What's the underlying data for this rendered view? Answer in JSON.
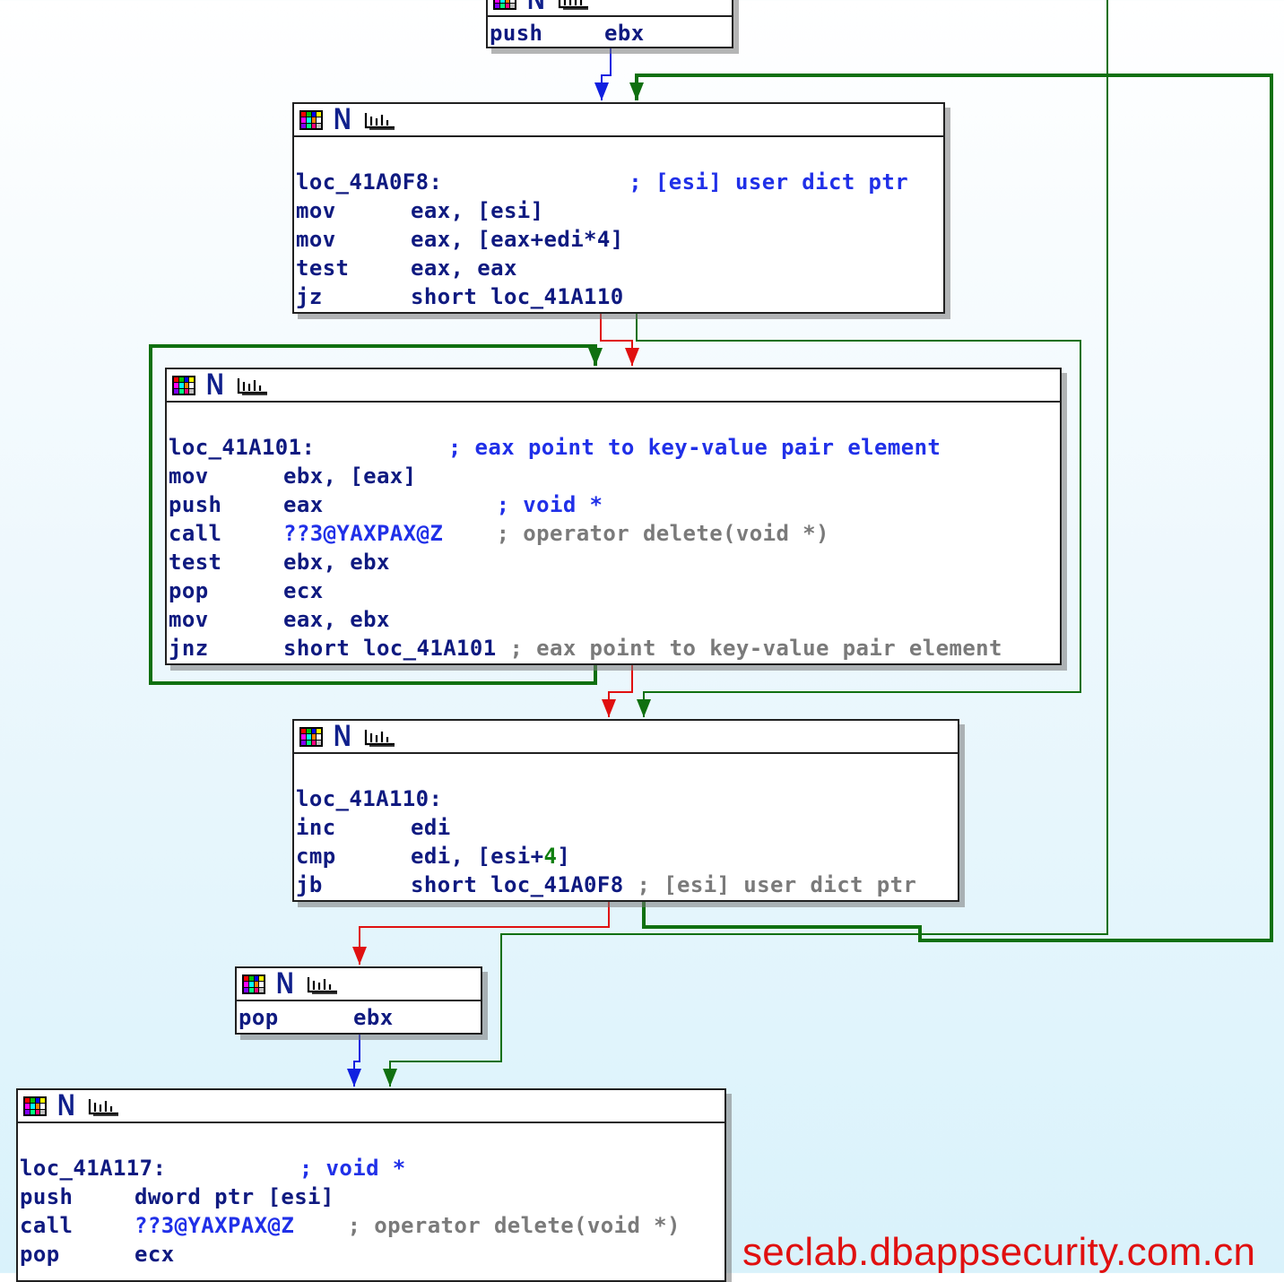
{
  "palette": {
    "mnemonic_color": "#0f1a80",
    "comment_color": "#2030e8",
    "repeat_comment_color": "#7a7a7a",
    "number_color": "#108010",
    "edge_true_color": "#107010",
    "edge_false_color": "#e01010",
    "edge_unconditional_color": "#1020e0",
    "watermark_color": "#e01010"
  },
  "node_header": {
    "mode_letter": "N",
    "icon": "graph-chart-icon"
  },
  "nodes": [
    {
      "id": "n0",
      "lines": [
        {
          "mn": "push",
          "op": "ebx"
        }
      ]
    },
    {
      "id": "n1",
      "lines": [
        {
          "blank": true
        },
        {
          "label": "loc_41A0F8:",
          "comment": "; [esi] user dict ptr"
        },
        {
          "mn": "mov",
          "op": "eax, [esi]"
        },
        {
          "mn": "mov",
          "op": "eax, [eax+edi*4]"
        },
        {
          "mn": "test",
          "op": "eax, eax"
        },
        {
          "mn": "jz",
          "op": "short loc_41A110"
        }
      ]
    },
    {
      "id": "n2",
      "lines": [
        {
          "blank": true
        },
        {
          "label": "loc_41A101:",
          "comment": "; eax point to key-value pair element"
        },
        {
          "mn": "mov",
          "op": "ebx, [eax]"
        },
        {
          "mn": "push",
          "op": "eax",
          "comment": "; void *"
        },
        {
          "mn": "call",
          "op": "??3@YAXPAX@Z",
          "op_class": "cm",
          "rcomment": "; operator delete(void *)"
        },
        {
          "mn": "test",
          "op": "ebx, ebx"
        },
        {
          "mn": "pop",
          "op": "ecx"
        },
        {
          "mn": "mov",
          "op": "eax, ebx"
        },
        {
          "mn": "jnz",
          "op": "short loc_41A101",
          "rcomment": "; eax point to key-value pair element"
        }
      ]
    },
    {
      "id": "n3",
      "lines": [
        {
          "blank": true
        },
        {
          "label": "loc_41A110:"
        },
        {
          "mn": "inc",
          "op": "edi"
        },
        {
          "mn": "cmp",
          "op_parts": [
            "edi, [esi+",
            "4",
            "]"
          ]
        },
        {
          "mn": "jb",
          "op": "short loc_41A0F8",
          "rcomment": "; [esi] user dict ptr"
        }
      ]
    },
    {
      "id": "n4",
      "lines": [
        {
          "mn": "pop",
          "op": "ebx"
        }
      ]
    },
    {
      "id": "n5",
      "lines": [
        {
          "blank": true
        },
        {
          "label": "loc_41A117:",
          "comment": "; void *"
        },
        {
          "mn": "push",
          "op": "dword ptr [esi]"
        },
        {
          "mn": "call",
          "op": "??3@YAXPAX@Z",
          "op_class": "cm",
          "rcomment": "; operator delete(void *)"
        },
        {
          "mn": "pop",
          "op": "ecx"
        }
      ]
    }
  ],
  "watermark": "seclab.dbappsecurity.com.cn"
}
